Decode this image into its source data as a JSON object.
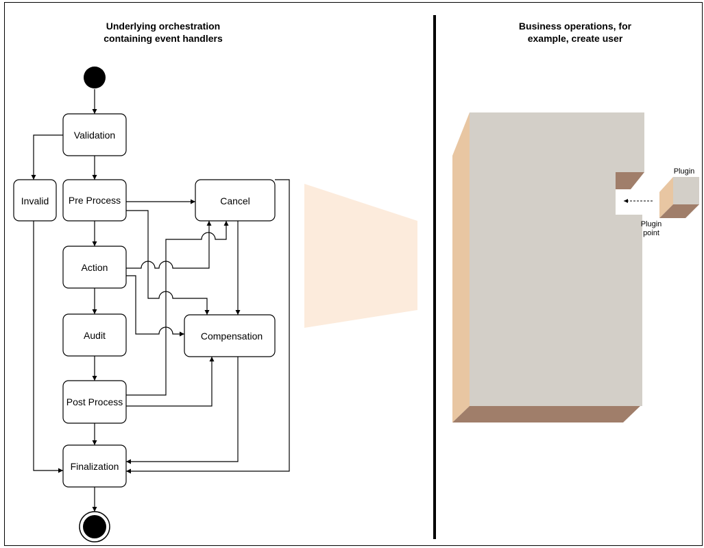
{
  "left_panel": {
    "title_line1": "Underlying orchestration",
    "title_line2": "containing event handlers",
    "nodes": {
      "validation": "Validation",
      "invalid": "Invalid",
      "pre_process": "Pre Process",
      "cancel": "Cancel",
      "action": "Action",
      "audit": "Audit",
      "compensation": "Compensation",
      "post_process": "Post Process",
      "finalization": "Finalization"
    }
  },
  "right_panel": {
    "title_line1": "Business operations, for",
    "title_line2": "example, create user",
    "plugin_label": "Plugin",
    "plugin_point_line1": "Plugin",
    "plugin_point_line2": "point"
  },
  "colors": {
    "block_front": "#d3cfc8",
    "block_side": "#e8c6a2",
    "block_bottom": "#a07e6a",
    "projection": "#fcebdc"
  }
}
